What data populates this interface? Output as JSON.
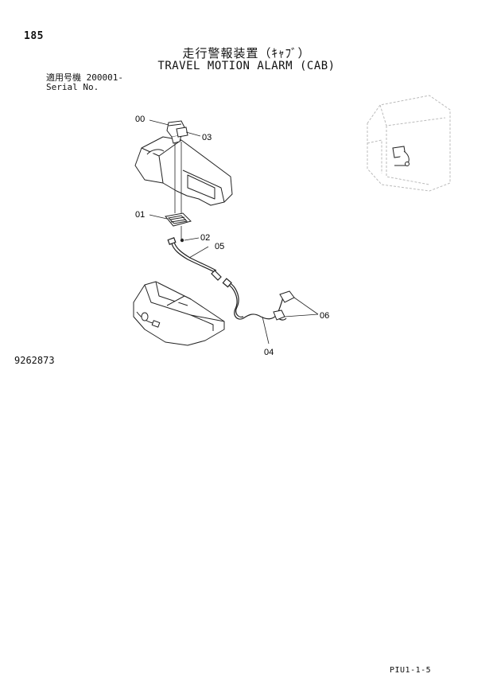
{
  "page": {
    "number": "185",
    "drawing_number": "9262873",
    "footer_code": "PIU1-1-5"
  },
  "title": {
    "jp": "走行警報装置（ｷｬﾌﾞ）",
    "en": "TRAVEL MOTION ALARM (CAB)"
  },
  "serial": {
    "label_jp": "適用号機",
    "range": "200001-",
    "label_en": "Serial No."
  },
  "callouts": {
    "c00": "00",
    "c01": "01",
    "c02": "02",
    "c03": "03",
    "c04": "04",
    "c05": "05",
    "c06": "06"
  },
  "colors": {
    "line": "#222222",
    "fill": "#ffffff",
    "light": "#bbbbbb"
  }
}
